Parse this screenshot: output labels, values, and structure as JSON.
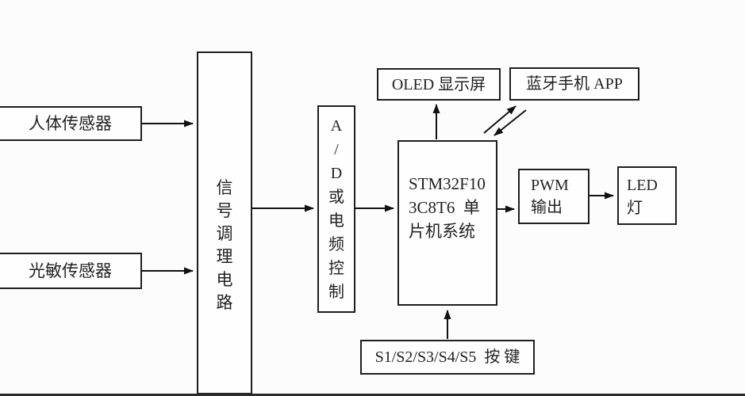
{
  "nodes": {
    "human_sensor": {
      "label": "人体传感器"
    },
    "light_sensor": {
      "label": "光敏传感器"
    },
    "signal_conditioning": {
      "label": "信\n号\n调\n理\n电\n路"
    },
    "ad_control": {
      "label": "A\n/\nD\n或\n电\n频\n控\n制"
    },
    "mcu": {
      "label": "STM32F10\n3C8T6  单\n片机系统"
    },
    "oled": {
      "label": "OLED 显示屏"
    },
    "bluetooth": {
      "label": "蓝牙手机 APP"
    },
    "pwm": {
      "label": "PWM\n输出"
    },
    "led": {
      "label": "LED\n灯"
    },
    "keys": {
      "label": "S1/S2/S3/S4/S5  按 键"
    }
  },
  "edges": [
    {
      "from": "human_sensor",
      "to": "signal_conditioning",
      "bidirectional": false
    },
    {
      "from": "light_sensor",
      "to": "signal_conditioning",
      "bidirectional": false
    },
    {
      "from": "signal_conditioning",
      "to": "ad_control",
      "bidirectional": false
    },
    {
      "from": "ad_control",
      "to": "mcu",
      "bidirectional": false
    },
    {
      "from": "mcu",
      "to": "oled",
      "bidirectional": false
    },
    {
      "from": "mcu",
      "to": "bluetooth",
      "bidirectional": true
    },
    {
      "from": "mcu",
      "to": "pwm",
      "bidirectional": false
    },
    {
      "from": "pwm",
      "to": "led",
      "bidirectional": false
    },
    {
      "from": "keys",
      "to": "mcu",
      "bidirectional": false
    }
  ],
  "colors": {
    "background": "#fcfcfc",
    "box_border": "#1f1f1f",
    "text": "#222222",
    "arrow": "#111111",
    "bottom_bar": "#2b2b2b"
  }
}
